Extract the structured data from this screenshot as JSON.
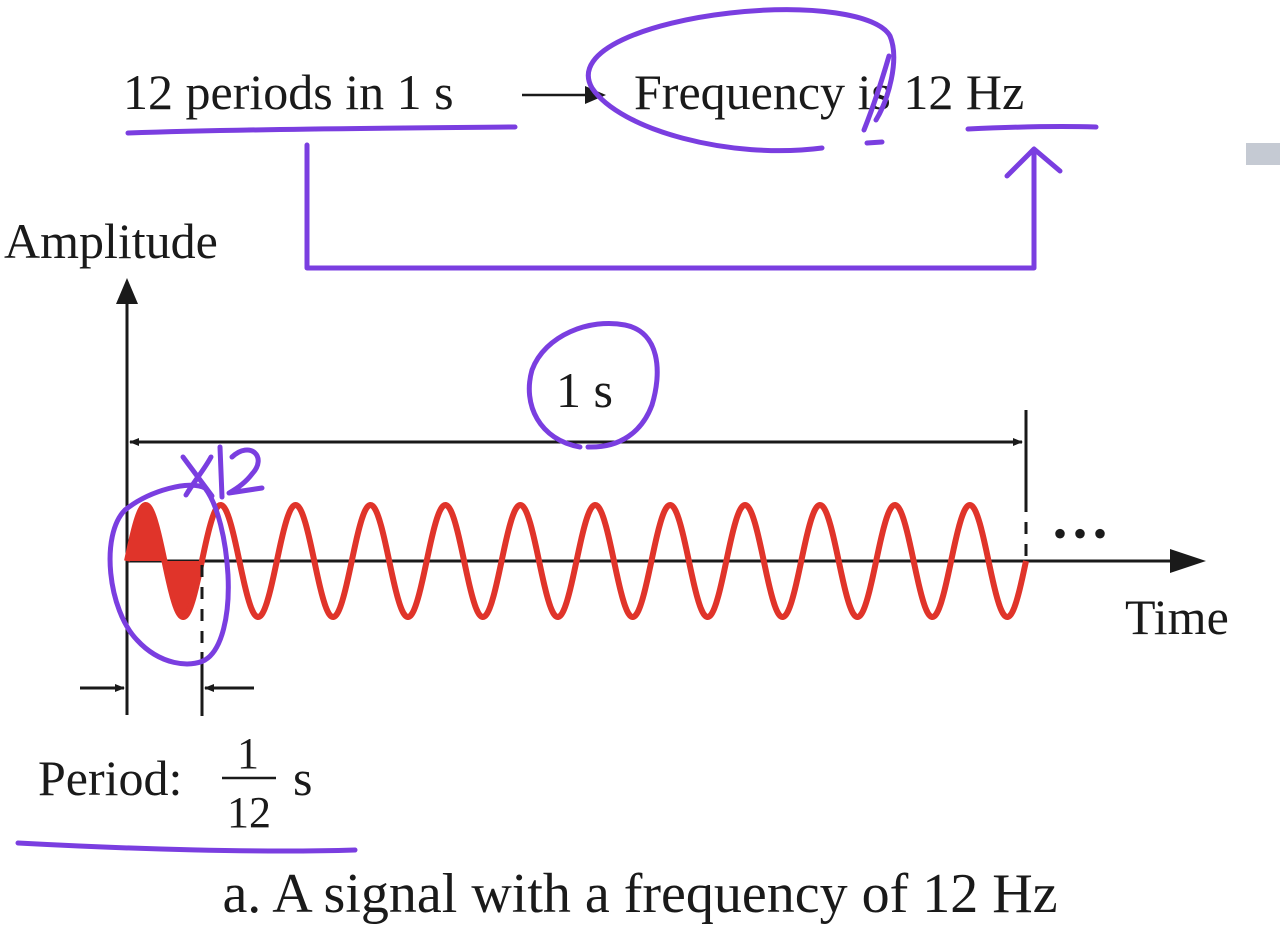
{
  "top_line": {
    "left": "12 periods in 1 s",
    "right": "Frequency is 12 Hz"
  },
  "axes": {
    "y_label": "Amplitude",
    "x_label": "Time"
  },
  "span_label": "1 s",
  "continuation": "•••",
  "period": {
    "label": "Period:",
    "numerator": "1",
    "denominator": "12",
    "unit": "s"
  },
  "caption": "a. A signal with a frequency of 12 Hz",
  "annotations": {
    "handwritten_note": "×12",
    "handwritten_two": "2"
  },
  "signal": {
    "cycles": 12,
    "frequency_hz": 12,
    "duration_s": 1,
    "highlighted_cycle": 1
  },
  "colors": {
    "signal": "#e0342a",
    "annotation": "#7a3ee0",
    "ink": "#1a1a1a",
    "marker": "#c5cad3"
  }
}
